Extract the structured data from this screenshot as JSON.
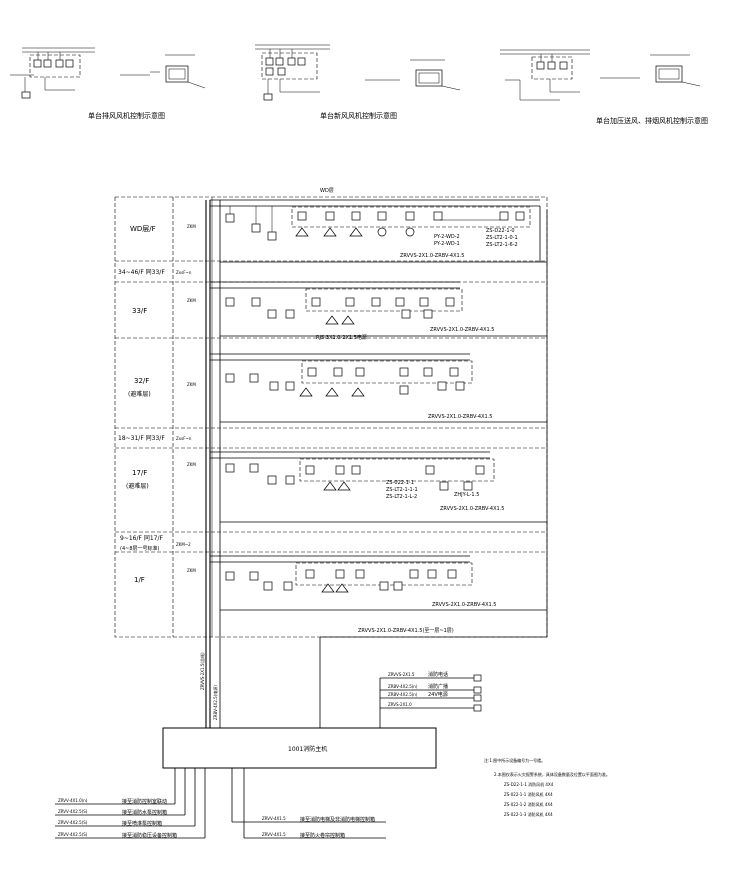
{
  "top_diagrams": [
    {
      "caption": "单台排风风机控制示意图"
    },
    {
      "caption": "单台新风风机控制示意图"
    },
    {
      "caption": "单台加压送风、排烟风机控制示意图"
    }
  ],
  "riser": {
    "roof_label": "WD层",
    "floors": [
      {
        "name": "WD层/F",
        "tag": "ZKM"
      },
      {
        "name": "34~46/F 同33/F",
        "tag": "ZxsF~n"
      },
      {
        "name": "33/F",
        "tag": "ZKM"
      },
      {
        "name": "32/F",
        "sub": "(避难层)",
        "tag": "ZKM"
      },
      {
        "name": "18~31/F 同33/F",
        "tag": "ZxsF~n"
      },
      {
        "name": "17/F",
        "sub": "(避难层)",
        "tag": "ZKM"
      },
      {
        "name": "9~16/F 同17/F",
        "sub": "(4~8层一号标准)",
        "tag": "ZKM~2"
      },
      {
        "name": "1/F",
        "tag": "ZKM"
      }
    ],
    "bus_labels": [
      "ZRVVS-2X1.0-ZRBV-4X1.5",
      "ZRVVS-2X1.0-ZRBV-4X1.5",
      "ZRVVS-2X1.0-ZRBV-4X1.5",
      "ZRVVS-2X1.0-ZRBV-4X1.5",
      "ZRVVS-2X1.0-ZRBV-4X1.5",
      "ZRVVS-2X1.0-ZRBV-4X1.5(至一层~1层)"
    ],
    "roof_equip": [
      "ZS-D22-1-0",
      "PY-2-WD-2",
      "ZS-LT2-1-0-1",
      "PY-2-WD-1",
      "ZS-LT2-1-6-2"
    ],
    "floor17_equip": [
      "ZS-022-1-1",
      "ZS-LT2-1-1-1",
      "ZS-LT2-1-L-2"
    ],
    "floor17_tag": "ZHJY-L-1.5",
    "floor33_note": "RJS-3X1.0-2X1.5电源",
    "riser_cable": "ZRVVS-2X1.5(总线)",
    "riser_cable2": "ZRBV-4X2.5(电源)"
  },
  "right_panel": {
    "rows": [
      {
        "cable": "ZRVVS-2X1.5",
        "label": "消防电话"
      },
      {
        "cable": "ZRBV-4X2.5(n)",
        "label": "消防广播"
      },
      {
        "cable": "ZRBV-4X2.5(n)",
        "label": "24V电源"
      },
      {
        "cable": "ZRVS-2X1.0",
        "label": ""
      }
    ]
  },
  "controller": {
    "label": "1001消防主机"
  },
  "bottom_lines": [
    {
      "cable": "ZRVV-4X1.0(n)",
      "label": "接至消防控制室联动"
    },
    {
      "cable": "ZRVV-4X2.5(S)",
      "label": "接至消防水泵控制箱"
    },
    {
      "cable": "ZRVV-4X2.5(S)",
      "label": "接至喷淋泵控制箱"
    },
    {
      "cable": "ZRVV-4X2.5(S)",
      "label": "接至消防稳压设备控制箱"
    }
  ],
  "bottom_right_lines": [
    {
      "cable": "ZRVV-4X1.5",
      "label": "接至消防电梯及非消防电梯控制箱"
    },
    {
      "cable": "ZRVV-4X1.5",
      "label": "接至防火卷帘控制箱"
    }
  ],
  "notes": {
    "title": "注:1.图中所示设备编号为一号楼。",
    "lines": [
      "2.本图仅表示火灾报警系统，具体设备数量及位置以平面图为准。",
      "ZS-D22-1-1 消防风机 4X4",
      "ZS-022-1-1 消防风机 4X4",
      "ZS-022-1-2 消防风机 4X4",
      "ZS-022-1-3 消防风机 4X4"
    ]
  }
}
